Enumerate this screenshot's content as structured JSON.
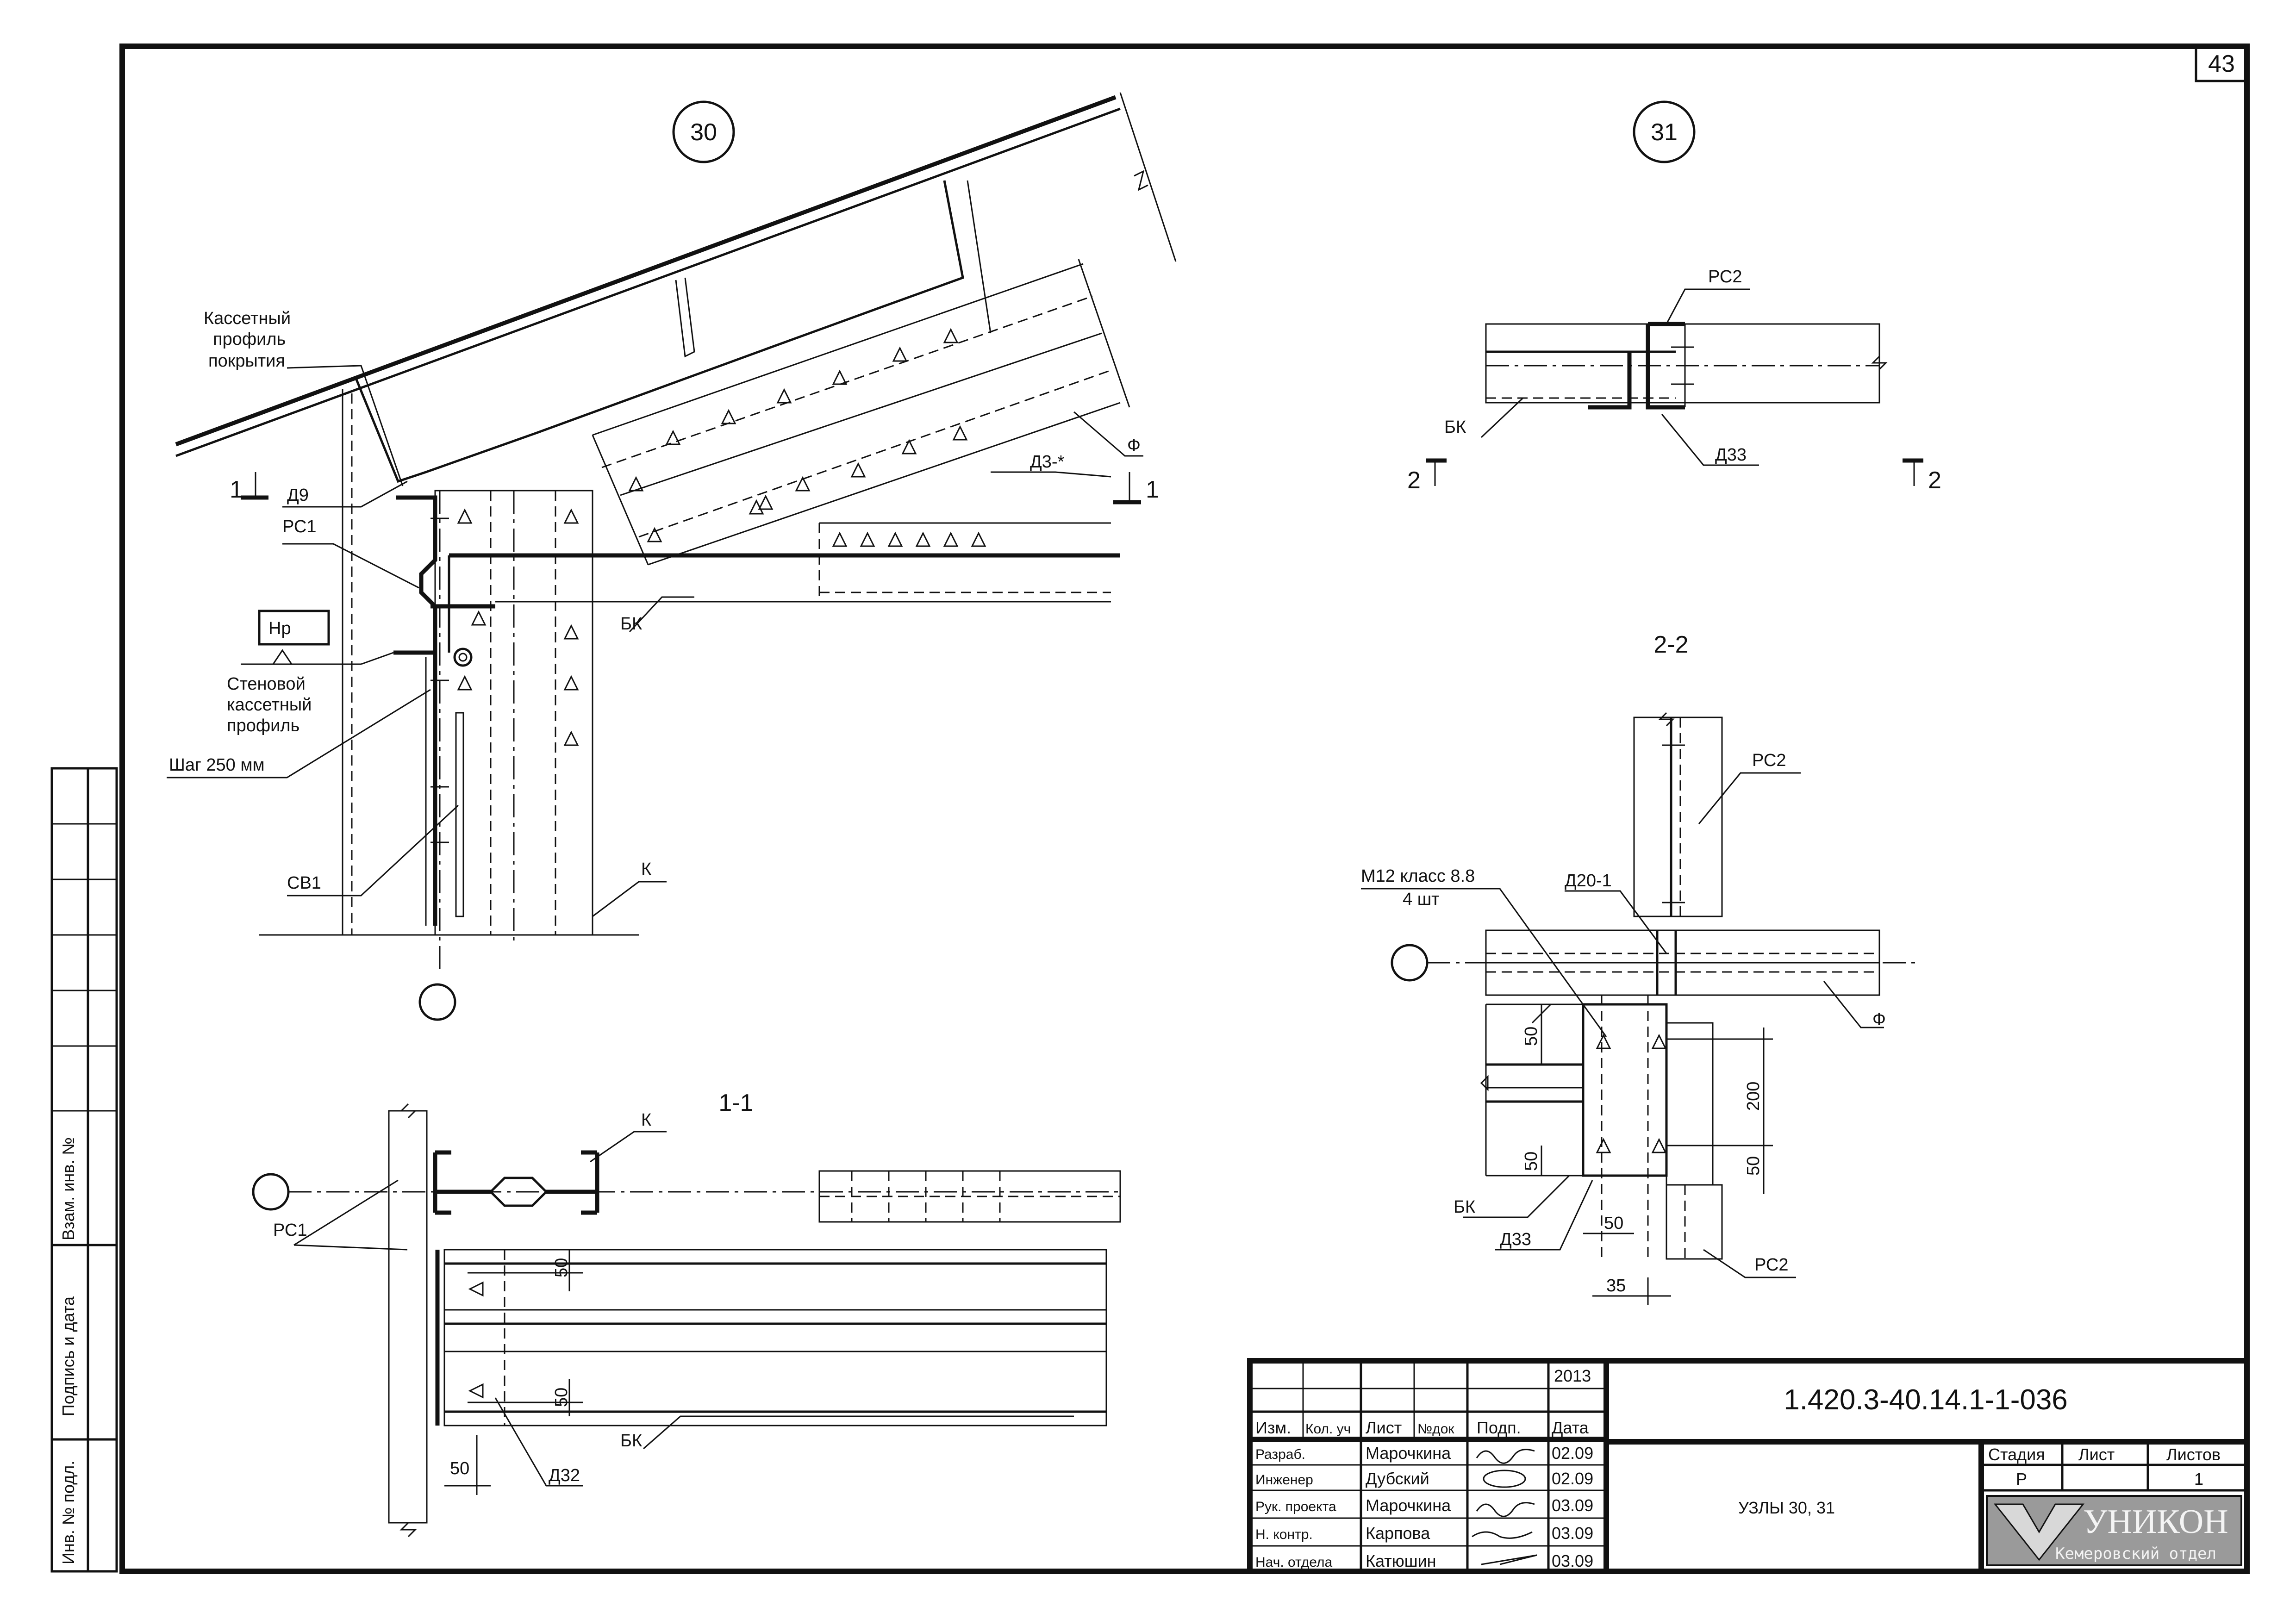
{
  "sheet_number": "43",
  "node_30": {
    "number": "30",
    "labels": {
      "roof_profile": [
        "Кассетный",
        "профиль",
        "покрытия"
      ],
      "d9": "Д9",
      "rs1": "РС1",
      "hp": "Нр",
      "wall_profile": [
        "Стеновой",
        "кассетный",
        "профиль"
      ],
      "step": "Шаг 250 мм",
      "sv1": "СВ1",
      "k": "К",
      "bk": "БК",
      "d3": "Д3-*",
      "phi": "Ф",
      "cut_1": "1"
    }
  },
  "section_1_1": {
    "title": "1-1",
    "labels": {
      "k": "К",
      "rs1": "РС1",
      "bk": "БК",
      "d32": "Д32"
    },
    "dims": [
      "50",
      "50",
      "50"
    ]
  },
  "node_31": {
    "number": "31",
    "labels": {
      "rs2": "РС2",
      "bk": "БК",
      "d33": "Д33",
      "cut_2": "2"
    }
  },
  "section_2_2": {
    "title": "2-2",
    "labels": {
      "rs2_top": "РС2",
      "bolt": [
        "М12  класс 8.8",
        "4 шт"
      ],
      "d20": "Д20-1",
      "phi": "Ф",
      "bk": "БК",
      "d33": "Д33",
      "rs2_bottom": "РС2"
    },
    "dims": [
      "50",
      "200",
      "50",
      "50",
      "50",
      "35"
    ]
  },
  "side_stamp": [
    "Инв. № подл.",
    "Подпись и дата",
    "Взам. инв. №"
  ],
  "title_block": {
    "year": "2013",
    "code": "1.420.3-40.14.1-1-036",
    "header": [
      "Изм.",
      "Кол. уч",
      "Лист",
      "№док",
      "Подп.",
      "Дата"
    ],
    "rows": [
      {
        "role": "Разраб.",
        "name": "Марочкина",
        "date": "02.09"
      },
      {
        "role": "Инженер",
        "name": "Дубский",
        "date": "02.09"
      },
      {
        "role": "Рук. проекта",
        "name": "Марочкина",
        "date": "03.09"
      },
      {
        "role": "Н. контр.",
        "name": "Карпова",
        "date": "03.09"
      },
      {
        "role": "Нач. отдела",
        "name": "Катюшин",
        "date": "03.09"
      }
    ],
    "title": "УЗЛЫ 30, 31",
    "stage_header": [
      "Стадия",
      "Лист",
      "Листов"
    ],
    "stage_values": [
      "Р",
      "",
      "1"
    ],
    "org_name": "УНИКОН",
    "org_sub": "Кемеровский отдел"
  }
}
